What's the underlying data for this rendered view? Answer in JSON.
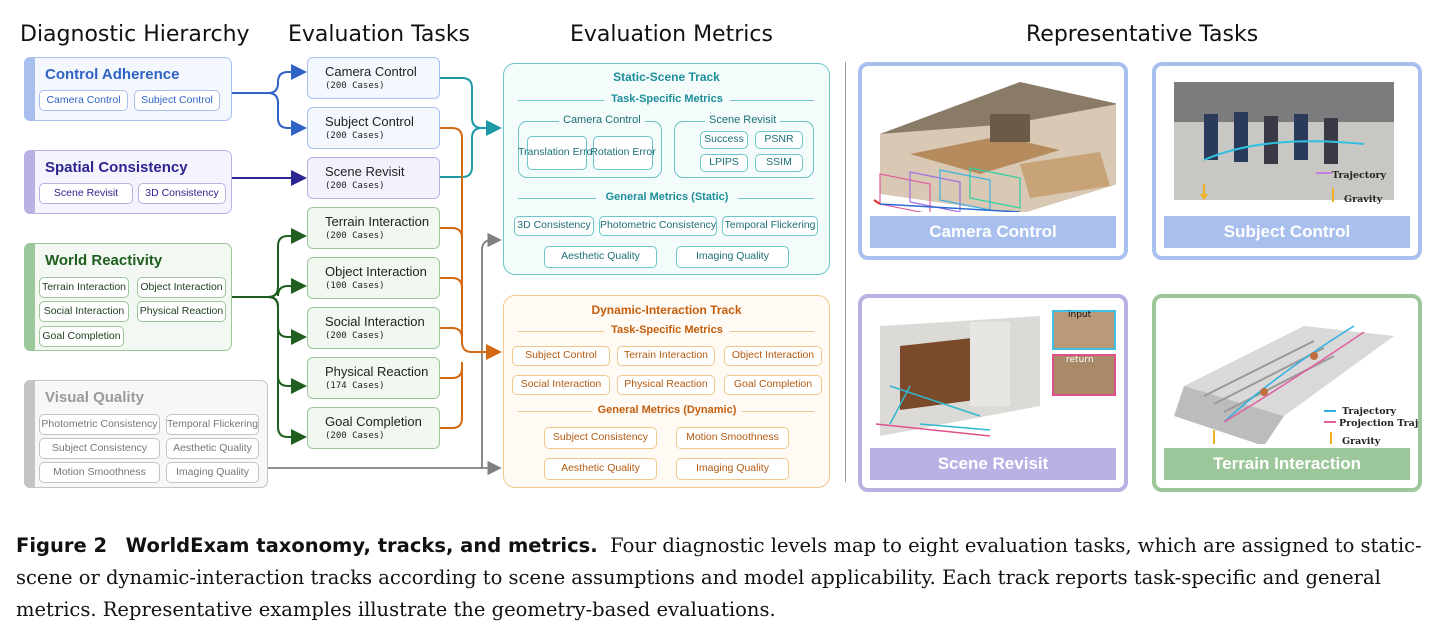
{
  "headers": {
    "hierarchy": "Diagnostic Hierarchy",
    "tasks": "Evaluation Tasks",
    "metrics": "Evaluation Metrics",
    "representative": "Representative Tasks"
  },
  "hierarchy": {
    "control": {
      "title": "Control Adherence",
      "chips": [
        "Camera Control",
        "Subject Control"
      ]
    },
    "spatial": {
      "title": "Spatial Consistency",
      "chips": [
        "Scene Revisit",
        "3D Consistency"
      ]
    },
    "world": {
      "title": "World Reactivity",
      "chips": [
        "Terrain Interaction",
        "Object Interaction",
        "Social Interaction",
        "Physical Reaction",
        "Goal Completion"
      ]
    },
    "visual": {
      "title": "Visual Quality",
      "chips": [
        "Photometric Consistency",
        "Temporal Flickering",
        "Subject Consistency",
        "Aesthetic Quality",
        "Motion Smoothness",
        "Imaging Quality"
      ]
    }
  },
  "tasks": [
    {
      "name": "Camera Control",
      "cases": "(200 Cases)"
    },
    {
      "name": "Subject Control",
      "cases": "(200 Cases)"
    },
    {
      "name": "Scene Revisit",
      "cases": "(200 Cases)"
    },
    {
      "name": "Terrain Interaction",
      "cases": "(200 Cases)"
    },
    {
      "name": "Object Interaction",
      "cases": "(100 Cases)"
    },
    {
      "name": "Social Interaction",
      "cases": "(200 Cases)"
    },
    {
      "name": "Physical Reaction",
      "cases": "(174 Cases)"
    },
    {
      "name": "Goal Completion",
      "cases": "(200 Cases)"
    }
  ],
  "static_track": {
    "title": "Static-Scene Track",
    "task_specific": "Task-Specific Metrics",
    "camera_group": "Camera Control",
    "camera_metrics": [
      "Translation Error",
      "Rotation Error"
    ],
    "revisit_group": "Scene Revisit",
    "revisit_metrics": [
      "Success",
      "PSNR",
      "LPIPS",
      "SSIM"
    ],
    "general": "General Metrics (Static)",
    "general_metrics": [
      "3D Consistency",
      "Photometric Consistency",
      "Temporal Flickering",
      "Aesthetic Quality",
      "Imaging Quality"
    ]
  },
  "dynamic_track": {
    "title": "Dynamic-Interaction Track",
    "task_specific": "Task-Specific Metrics",
    "task_metrics": [
      "Subject Control",
      "Terrain Interaction",
      "Object Interaction",
      "Social Interaction",
      "Physical Reaction",
      "Goal Completion"
    ],
    "general": "General Metrics (Dynamic)",
    "general_metrics": [
      "Subject Consistency",
      "Motion Smoothness",
      "Aesthetic Quality",
      "Imaging Quality"
    ]
  },
  "panels": {
    "camera": {
      "label": "Camera Control"
    },
    "subject": {
      "label": "Subject Control",
      "legend_trajectory": "Trajectory",
      "legend_gravity": "Gravity"
    },
    "revisit": {
      "label": "Scene Revisit",
      "inset_input": "input",
      "inset_return": "return"
    },
    "terrain": {
      "label": "Terrain Interaction",
      "legend_trajectory": "Trajectory",
      "legend_projection": "Projection Traj.",
      "legend_gravity": "Gravity"
    }
  },
  "caption": {
    "figure": "Figure 2",
    "title": "WorldExam taxonomy, tracks, and metrics.",
    "body": "Four diagnostic levels map to eight evaluation tasks, which are assigned to static-scene or dynamic-interaction tracks according to scene assumptions and model applicability. Each track reports task-specific and general metrics. Representative examples illustrate the geometry-based evaluations."
  },
  "colors": {
    "control": "#2f63c4",
    "spatial": "#2d2592",
    "world": "#1f5e1f",
    "visual": "#9a9a9a",
    "static": "#1e9aa6",
    "dynamic": "#d36a12",
    "panel_blue": "#a9c0ee",
    "panel_purple": "#b9b0e4",
    "panel_green": "#9cc79a"
  }
}
